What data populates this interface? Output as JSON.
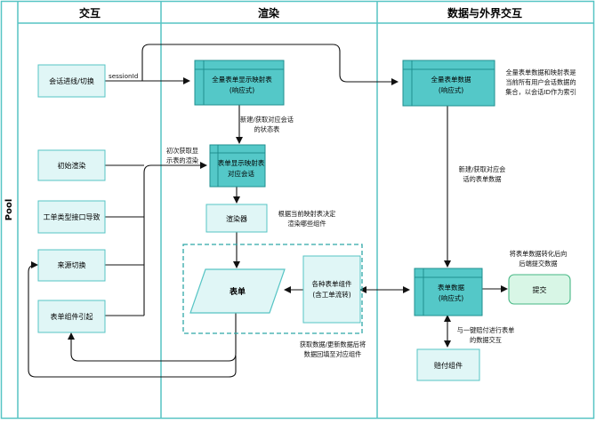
{
  "pool": {
    "label": "Pool"
  },
  "lanes": [
    {
      "title": "交互"
    },
    {
      "title": "渲染"
    },
    {
      "title": "数据与外界交互"
    }
  ],
  "left_nodes": {
    "session_switch": "会话进线/切换",
    "init_render": "初始渲染",
    "ticket_type_nav": "工单类型接口导致",
    "source_switch": "来源切换",
    "form_component_trigger": "表单组件引起"
  },
  "render_nodes": {
    "global_map": [
      "全量表单显示映射表",
      "(响应式)"
    ],
    "session_map": [
      "表单显示映射表",
      "对应会话"
    ],
    "renderer": "渲染器",
    "form": "表单",
    "components": [
      "各种表单组件",
      "(含工单流转)"
    ]
  },
  "data_nodes": {
    "global_data": [
      "全量表单数据",
      "(响应式)"
    ],
    "form_data": [
      "表单数据",
      "(响应式)"
    ],
    "submit": "提交",
    "pay_component": "赔付组件"
  },
  "labels": {
    "session_id": "sessionId",
    "create_state": [
      "新建/获取对应会话",
      "的状态表"
    ],
    "first_get": [
      "初次获取显",
      "示表的渲染"
    ],
    "decide": [
      "根据当前映射表决定",
      "渲染哪些组件"
    ],
    "fetch_update": [
      "获取数据/更新数据后将",
      "数据回填至对应组件"
    ],
    "global_note": [
      "全量表单数据和映射表是",
      "当前所有用户会话数据的",
      "集合，以会话ID作为索引"
    ],
    "create_data": [
      "新建/获取对应会",
      "话的表单数据"
    ],
    "convert": [
      "将表单数据转化后向",
      "后端提交数据"
    ],
    "interact": [
      "与一键赔付进行表单",
      "的数据交互"
    ]
  },
  "colors": {
    "lane_border": "#56c4c4",
    "teal_fill": "#54c8c8",
    "light_fill": "#e0f6f6",
    "green_fill": "#d8f6e6",
    "green_border": "#46b784",
    "line": "#111111"
  }
}
